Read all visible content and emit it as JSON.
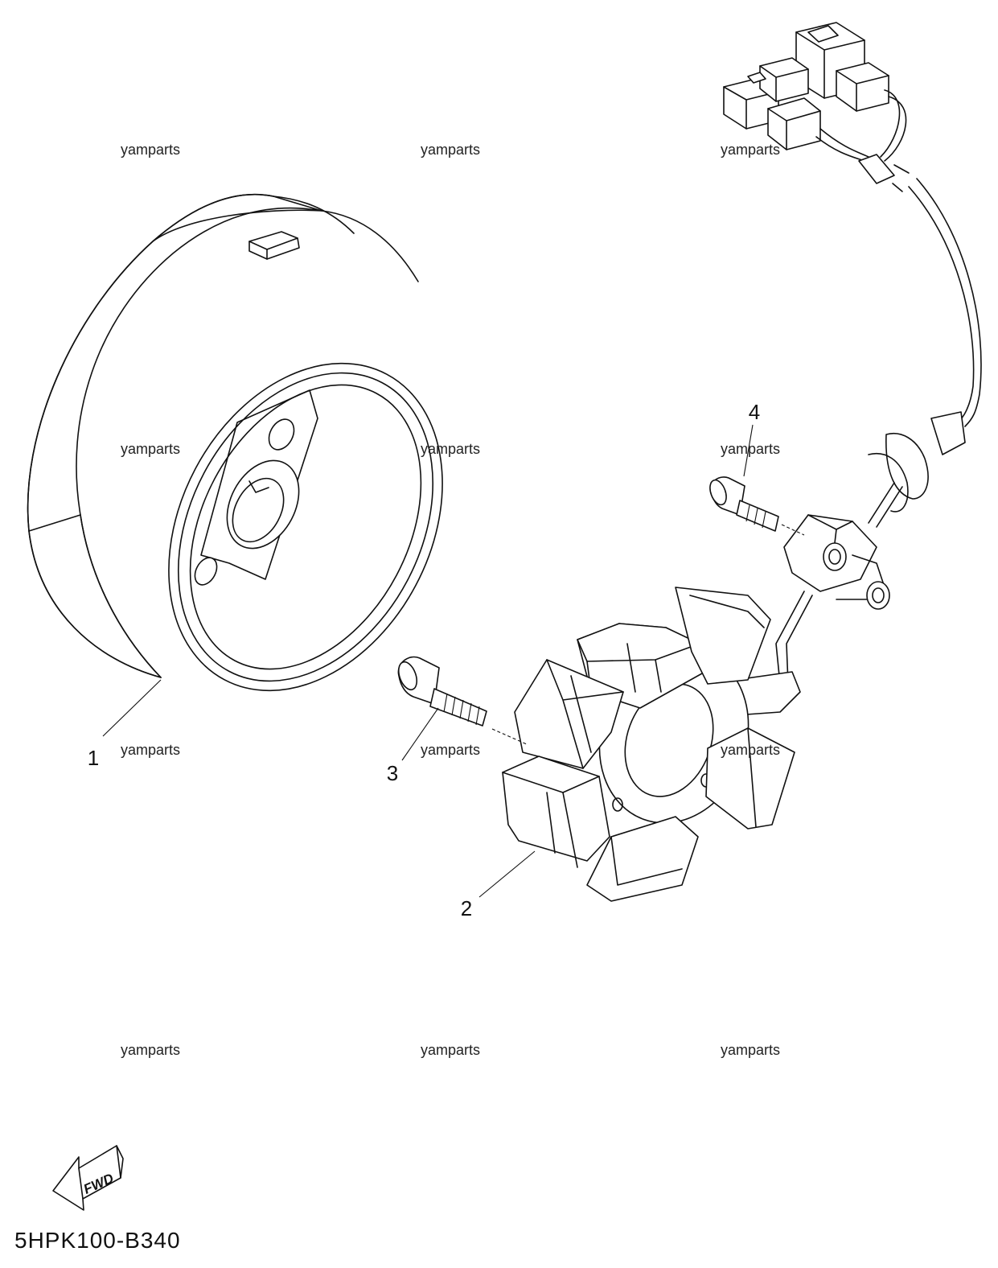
{
  "watermark": "yamparts",
  "callouts": {
    "c1": "1",
    "c2": "2",
    "c3": "3",
    "c4": "4"
  },
  "fwd_label": "FWD",
  "diagram_code": "5HPK100-B340"
}
